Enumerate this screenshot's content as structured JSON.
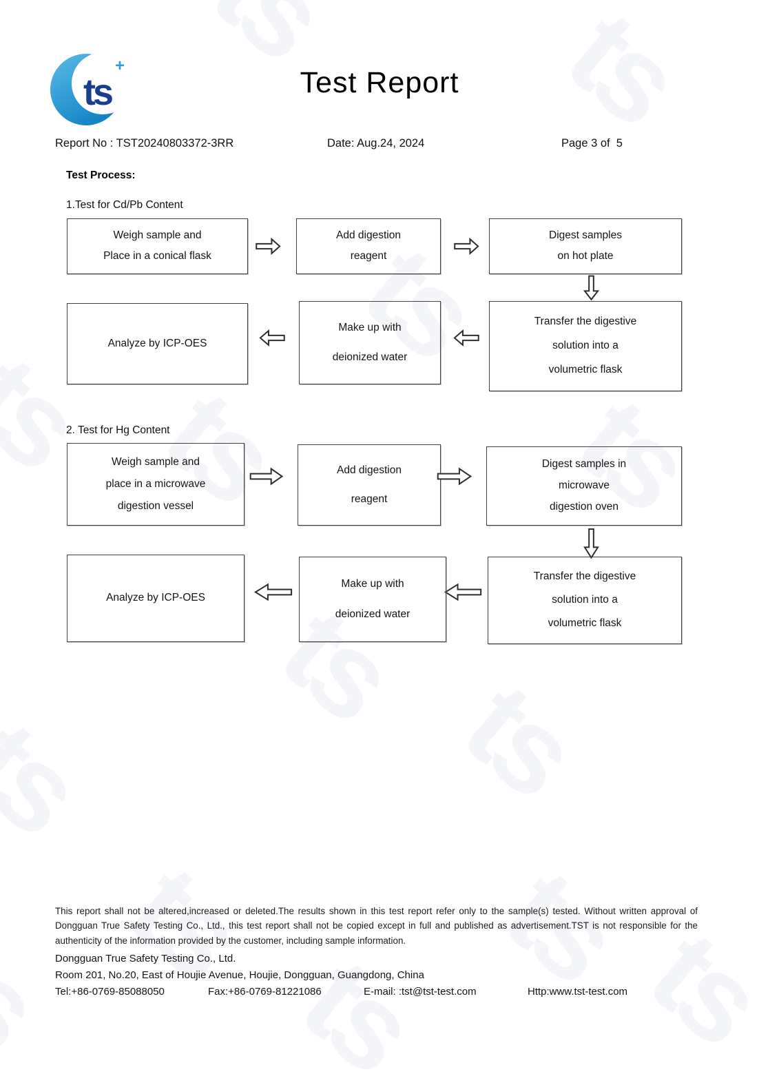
{
  "header": {
    "title": "Test Report",
    "report_no": "Report No : TST20240803372-3RR",
    "date": "Date: Aug.24, 2024",
    "page": "Page 3 of  5"
  },
  "logo": {
    "glyph": "ts",
    "plus": "+"
  },
  "watermark": {
    "glyph": "ts"
  },
  "process": {
    "heading": "Test Process:"
  },
  "flow1": {
    "title": "1.Test for Cd/Pb Content",
    "box1": {
      "l1": "Weigh sample and",
      "l2": "Place in a conical flask"
    },
    "box2": {
      "l1": "Add digestion",
      "l2": "reagent"
    },
    "box3": {
      "l1": "Digest samples",
      "l2": "on hot plate"
    },
    "box4": {
      "l1": "Transfer the digestive",
      "l2": "solution into a",
      "l3": "volumetric flask"
    },
    "box5": {
      "l1": "Make up with",
      "l2": "deionized water"
    },
    "box6": {
      "l1": "Analyze by ICP-OES"
    }
  },
  "flow2": {
    "title": "2. Test for Hg Content",
    "box1": {
      "l1": "Weigh sample and",
      "l2": "place in a microwave",
      "l3": "digestion vessel"
    },
    "box2": {
      "l1": "Add digestion",
      "l2": "reagent"
    },
    "box3": {
      "l1": "Digest samples in",
      "l2": "microwave",
      "l3": "digestion oven"
    },
    "box4": {
      "l1": "Transfer the digestive",
      "l2": "solution into a",
      "l3": "volumetric flask"
    },
    "box5": {
      "l1": "Make up with",
      "l2": "deionized water"
    },
    "box6": {
      "l1": "Analyze by ICP-OES"
    }
  },
  "footer": {
    "disclaimer": "This report shall not be altered,increased or deleted.The results shown in this test report refer only to the sample(s) tested. Without written approval of Dongguan True Safety Testing Co., Ltd., this test report shall not be copied except in full and published as advertisement.TST is not responsible for the authenticity of the information provided by the customer, including sample information.",
    "company": "Dongguan True Safety Testing Co., Ltd.",
    "address": "Room 201, No.20, East of Houjie Avenue, Houjie, Dongguan, Guangdong, China",
    "tel": "Tel:+86-0769-85088050",
    "fax": "Fax:+86-0769-81221086",
    "email": "E-mail: :tst@tst-test.com",
    "http": "Http:www.tst-test.com"
  },
  "colors": {
    "logo_navy": "#1c3c90",
    "logo_blue_light": "#59bce8",
    "logo_blue_dark": "#1583c5",
    "box_border": "#414141",
    "watermark": "#f3f5f8",
    "text": "#1a1a1a"
  }
}
